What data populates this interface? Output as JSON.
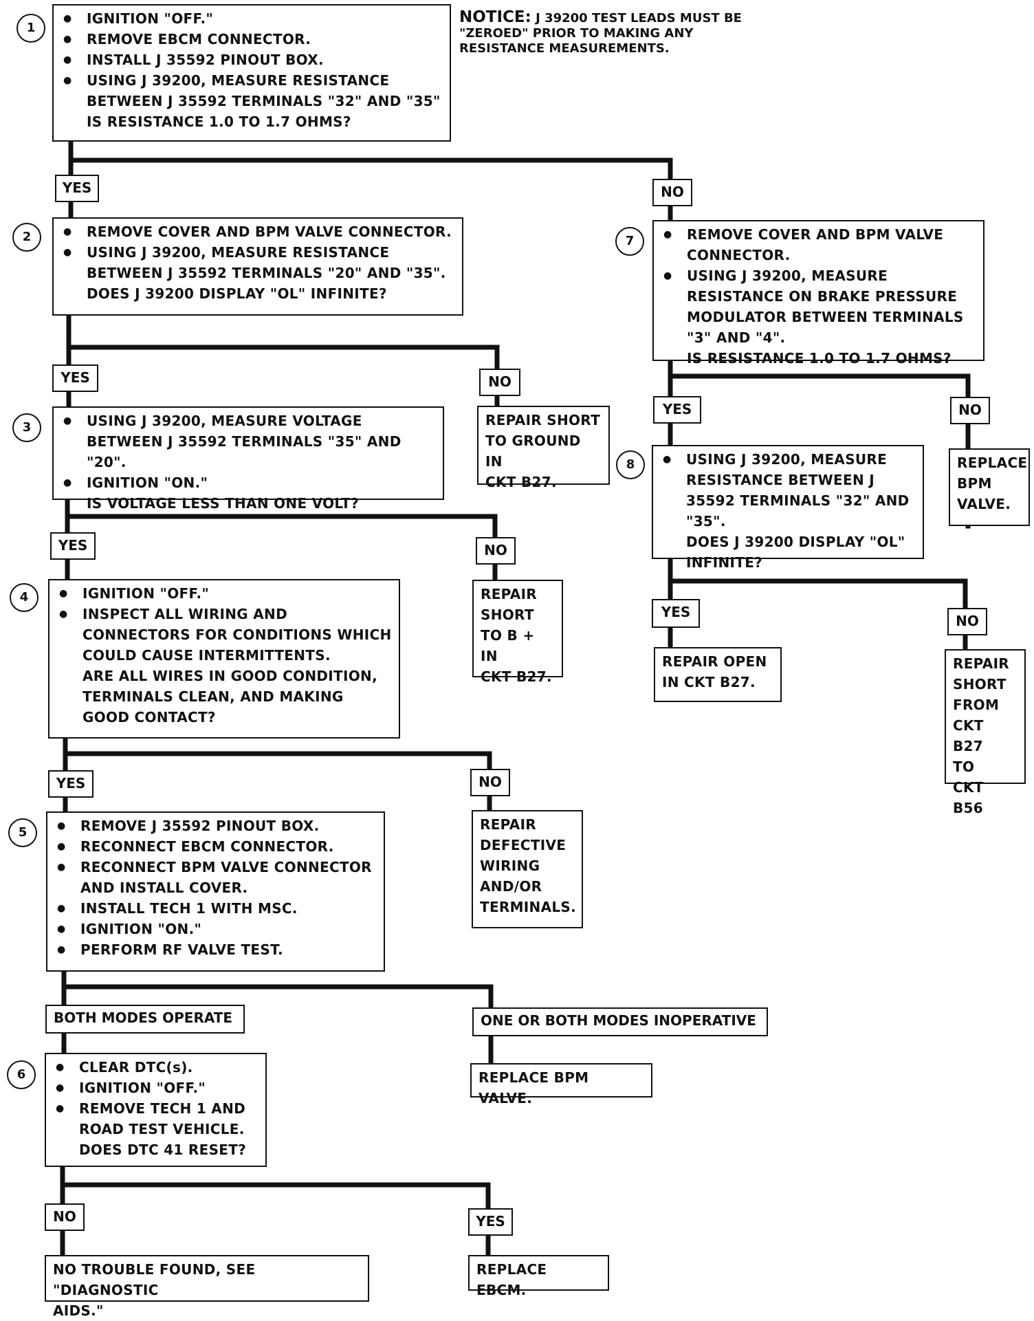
{
  "notice": {
    "title": "NOTICE:",
    "text": "J 39200 TEST LEADS MUST BE \"ZEROED\" PRIOR TO MAKING ANY RESISTANCE MEASUREMENTS."
  },
  "steps": {
    "s1": {
      "num": "1",
      "bullets": [
        "IGNITION \"OFF.\"",
        "REMOVE EBCM CONNECTOR.",
        "INSTALL J 35592 PINOUT BOX.",
        "USING J 39200, MEASURE RESISTANCE BETWEEN J 35592 TERMINALS \"32\" AND \"35\""
      ],
      "question": "IS RESISTANCE 1.0 TO 1.7 OHMS?"
    },
    "s2": {
      "num": "2",
      "bullets": [
        "REMOVE COVER AND BPM VALVE CONNECTOR.",
        "USING J 39200, MEASURE RESISTANCE BETWEEN J 35592 TERMINALS \"20\" AND \"35\"."
      ],
      "question": "DOES J 39200 DISPLAY \"OL\" INFINITE?"
    },
    "s3": {
      "num": "3",
      "bullets": [
        "USING J 39200, MEASURE VOLTAGE BETWEEN J 35592 TERMINALS \"35\" AND \"20\".",
        "IGNITION \"ON.\""
      ],
      "question": "IS VOLTAGE LESS THAN ONE VOLT?"
    },
    "s4": {
      "num": "4",
      "bullets": [
        "IGNITION \"OFF.\"",
        "INSPECT ALL WIRING AND CONNECTORS FOR CONDITIONS WHICH COULD CAUSE INTERMITTENTS."
      ],
      "question": "ARE ALL WIRES IN GOOD CONDITION, TERMINALS CLEAN, AND MAKING GOOD CONTACT?"
    },
    "s5": {
      "num": "5",
      "bullets": [
        "REMOVE J 35592 PINOUT BOX.",
        "RECONNECT EBCM CONNECTOR.",
        "RECONNECT BPM VALVE CONNECTOR AND INSTALL COVER.",
        "INSTALL TECH 1 WITH MSC.",
        "IGNITION \"ON.\"",
        "PERFORM RF VALVE TEST."
      ],
      "question": ""
    },
    "s6": {
      "num": "6",
      "bullets": [
        "CLEAR DTC(s).",
        "IGNITION \"OFF.\"",
        "REMOVE TECH 1 AND ROAD TEST VEHICLE."
      ],
      "question": "DOES DTC 41 RESET?"
    },
    "s7": {
      "num": "7",
      "bullets": [
        "REMOVE COVER AND BPM VALVE CONNECTOR.",
        "USING J 39200, MEASURE RESISTANCE ON BRAKE PRESSURE MODULATOR BETWEEN TERMINALS \"3\" AND \"4\"."
      ],
      "question": "IS RESISTANCE 1.0 TO 1.7 OHMS?"
    },
    "s8": {
      "num": "8",
      "bullets": [
        "USING J 39200, MEASURE RESISTANCE BETWEEN J 35592 TERMINALS \"32\" AND \"35\"."
      ],
      "question": "DOES J 39200 DISPLAY \"OL\" INFINITE?"
    }
  },
  "labels": {
    "yes": "YES",
    "no": "NO",
    "both_modes": "BOTH MODES OPERATE",
    "one_or_both": "ONE OR BOTH MODES INOPERATIVE"
  },
  "results": {
    "r2no": "REPAIR SHORT\nTO GROUND IN\nCKT B27.",
    "r3no": "REPAIR\nSHORT\nTO B + IN\nCKT B27.",
    "r4no": "REPAIR\nDEFECTIVE\nWIRING\nAND/OR\nTERMINALS.",
    "r5no": "REPLACE BPM VALVE.",
    "r6no": "NO TROUBLE FOUND, SEE \"DIAGNOSTIC\nAIDS.\"",
    "r6yes": "REPLACE EBCM.",
    "r7no": "REPLACE\nBPM\nVALVE.",
    "r8yes": "REPAIR OPEN\nIN CKT B27.",
    "r8no": "REPAIR\nSHORT\nFROM\nCKT B27\nTO\nCKT B56"
  }
}
